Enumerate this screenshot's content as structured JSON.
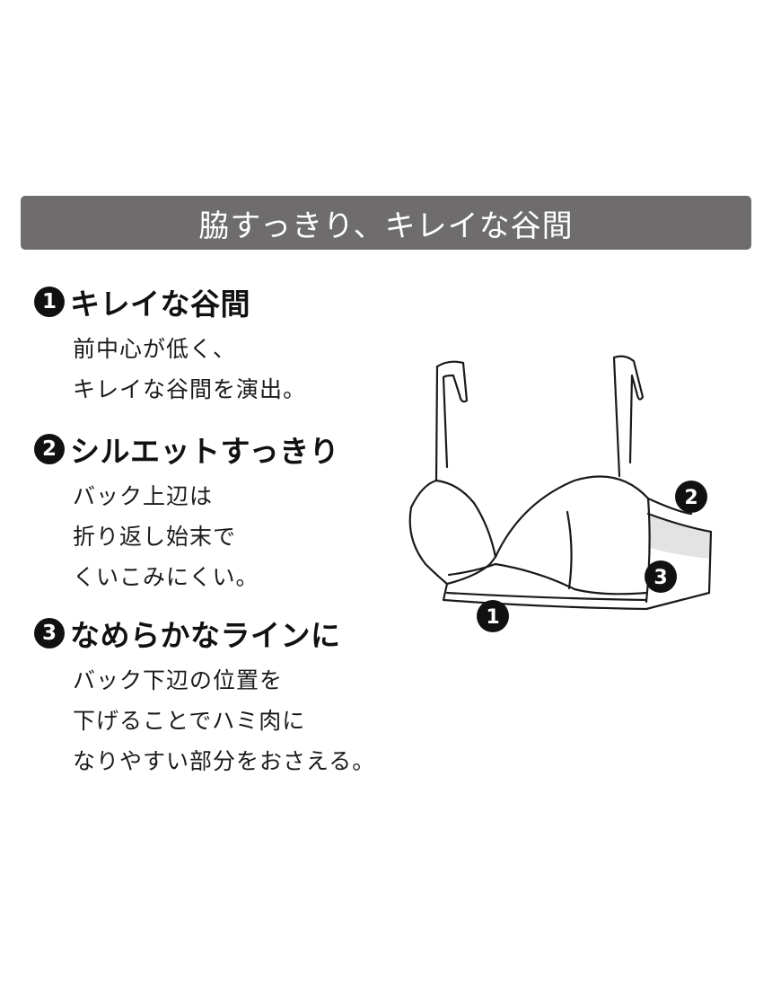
{
  "banner": {
    "title": "脇すっきり、キレイな谷間"
  },
  "features": [
    {
      "number": "1",
      "title": "キレイな谷間",
      "lines": [
        "前中心が低く、",
        "キレイな谷間を演出。"
      ]
    },
    {
      "number": "2",
      "title": "シルエットすっきり",
      "lines": [
        "バック上辺は",
        "折り返し始末で",
        "くいこみにくい。"
      ]
    },
    {
      "number": "3",
      "title": "なめらかなラインに",
      "lines": [
        "バック下辺の位置を",
        "下げることでハミ肉に",
        "なりやすい部分をおさえる。"
      ]
    }
  ],
  "diagram": {
    "markers": [
      "1",
      "2",
      "3"
    ],
    "colors": {
      "line": "#1a1a1a",
      "highlight": "#e3e3e3",
      "marker": "#111111"
    }
  }
}
